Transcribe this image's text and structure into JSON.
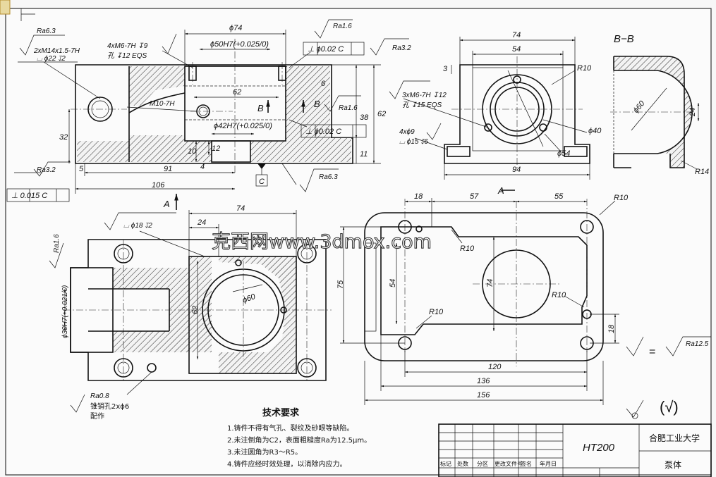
{
  "watermark": "克西网www.3dmox.com",
  "front_view": {
    "rough_top_left": "Ra6.3",
    "thread_note": "2xM14x1.5-7H",
    "spotface_note": "⌴ ϕ22 ↧2",
    "tapped_holes": "4xM6-7H ↧9",
    "tapped_holes_depth": "孔 ↧12 EQS",
    "dia_74": "ϕ74",
    "dia_50": "ϕ50H7(+0.025/0)",
    "rough_16_top": "Ra1.6",
    "perp_tol_top": "⊥ ϕ0.02 C",
    "rough_32_right": "Ra3.2",
    "dim_62_inner": "62",
    "dim_6": "6",
    "thread_m10": "M10-7H",
    "section_b": "B",
    "dia_42": "ϕ42H7(+0.025/0)",
    "rough_16_mid": "Ra1.6",
    "perp_tol_mid": "⊥ ϕ0.02 C",
    "dim_38": "38",
    "dim_62_side": "62",
    "dim_11": "11",
    "dim_32": "32",
    "dim_10": "10",
    "dim_12": "12",
    "dim_4": "4",
    "dim_5": "5",
    "rough_32_left": "Ra3.2",
    "dim_91": "91",
    "dim_106": "106",
    "perp_tol_bottom": "⊥ 0.015 C",
    "datum_c": "C",
    "rough_63_bottom": "Ra6.3",
    "section_a": "A"
  },
  "side_view": {
    "dim_74": "74",
    "dim_54": "54",
    "dim_3": "3",
    "r10": "R10",
    "holes_m6": "3xM6-7H ↧12",
    "holes_m6_depth": "孔 ↧15 EQS",
    "holes_9": "4xϕ9",
    "holes_9_spotface": "⌴ ϕ15 ↧6",
    "dia_40": "ϕ40",
    "dia_54": "ϕ54",
    "dim_94": "94"
  },
  "section_bb": {
    "title": "B−B",
    "dia_60": "ϕ60",
    "dim_24": "24",
    "r14": "R14"
  },
  "top_view": {
    "dim_74": "74",
    "dim_24": "24",
    "spotface": "⌴ ϕ18 ↧2",
    "rough_16": "Ra1.6",
    "dia_30": "ϕ30H7(+0.021/0)",
    "dim_62": "62",
    "dia_60": "ϕ60",
    "rough_08": "Ra0.8",
    "pin_note": "锥销孔2xϕ6",
    "pin_note_sub": "配作"
  },
  "bottom_view": {
    "section_a": "A",
    "dim_18_top": "18",
    "dim_57": "57",
    "dim_55": "55",
    "r10_tr": "R10",
    "r10_a": "R10",
    "r10_b": "R10",
    "r10_c": "R10",
    "dim_75": "75",
    "dim_54": "54",
    "dim_74": "74",
    "dim_18_right": "18",
    "dim_120": "120",
    "dim_136": "136",
    "dim_156": "156"
  },
  "roughness_note": {
    "equals": "=",
    "ra125": "Ra12.5",
    "bracket": "(√)"
  },
  "tech_requirements": {
    "title": "技术要求",
    "items": [
      "1.铸件不得有气孔、裂纹及砂眼等缺陷。",
      "2.未注倒角为C2，表面粗糙度Ra为12.5μm。",
      "3.未注圆角为R3～R5。",
      "4.铸件应经时效处理，以消除内应力。"
    ]
  },
  "title_block": {
    "material": "HT200",
    "school": "合肥工业大学",
    "part": "泵体",
    "labels": [
      "标记",
      "处数",
      "分区",
      "更改文件号",
      "签名",
      "年月日"
    ]
  }
}
